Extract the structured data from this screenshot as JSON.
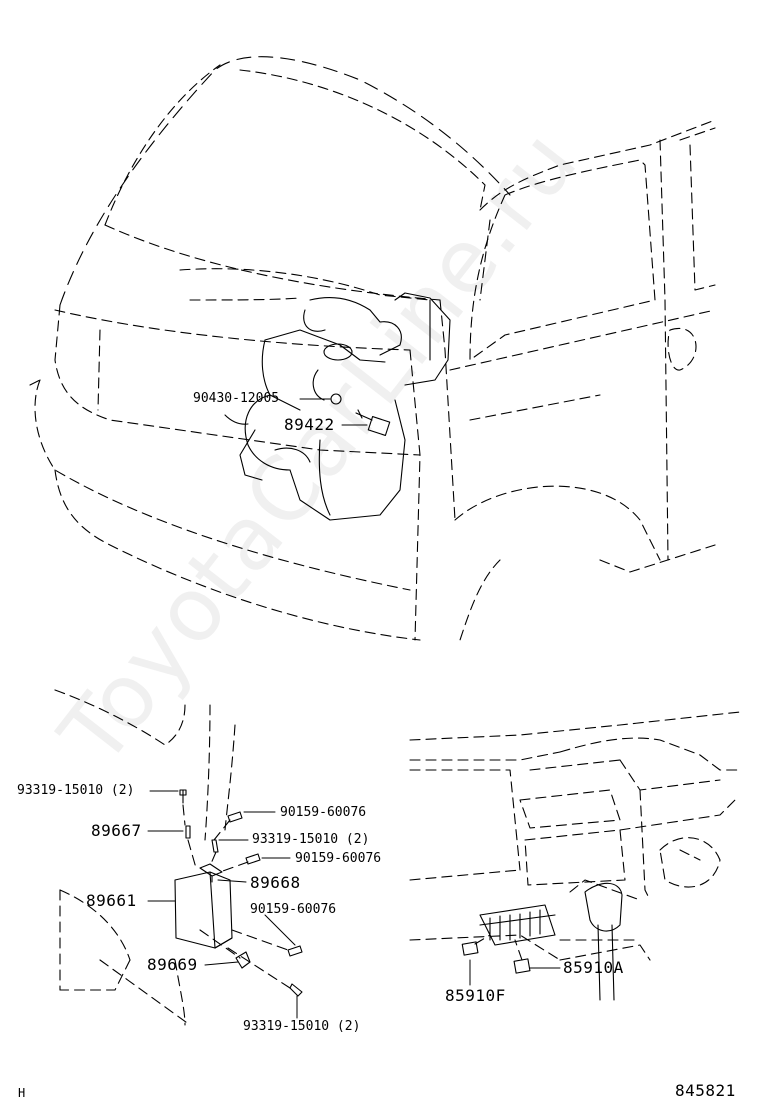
{
  "watermark": "ToyotaCarLine.ru",
  "parts": {
    "p90430": "90430-12005",
    "p89422": "89422",
    "p93319_top": "93319-15010 (2)",
    "p90159_a": "90159-60076",
    "p89667": "89667",
    "p93319_mid": "93319-15010 (2)",
    "p90159_b": "90159-60076",
    "p89668": "89668",
    "p89661": "89661",
    "p90159_c": "90159-60076",
    "p89669": "89669",
    "p93319_bottom": "93319-15010 (2)",
    "p85910A": "85910A",
    "p85910F": "85910F"
  },
  "footer": {
    "corner_mark": "H",
    "figure_number": "845821"
  }
}
